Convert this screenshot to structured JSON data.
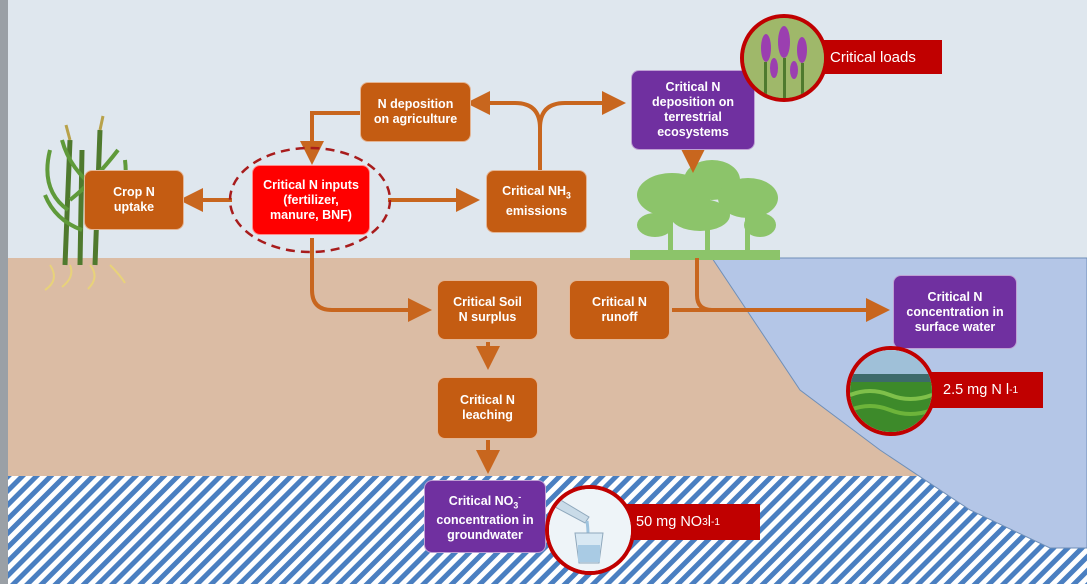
{
  "nodes": {
    "crop_uptake": [
      "Crop  N",
      "uptake"
    ],
    "critical_inputs": [
      "Critical N inputs",
      "(fertilizer,",
      "manure, BNF)"
    ],
    "deposition_agri": [
      "N deposition",
      "on agriculture"
    ],
    "nh3": {
      "prefix": "Critical NH",
      "sub": "3",
      "line2": "emissions"
    },
    "terrestrial": [
      "Critical N",
      "deposition on",
      "terrestrial",
      "ecosystems"
    ],
    "soil_surplus": [
      "Critical Soil",
      "N surplus"
    ],
    "runoff": [
      "Critical N",
      "runoff"
    ],
    "leaching": [
      "Critical N",
      "leaching"
    ],
    "surface": [
      "Critical N",
      "concentration in",
      "surface water"
    ],
    "groundwater": {
      "prefix": "Critical NO",
      "sub": "3",
      "sup": "-",
      "line2": "concentration in",
      "line3": "groundwater"
    }
  },
  "tags": {
    "critical_loads": "Critical loads",
    "surface_threshold": {
      "value": "2.5 mg N l",
      "sup": "-1"
    },
    "groundwater_threshold": {
      "prefix": "50 mg NO",
      "sub": "3",
      "mid": " l",
      "sup": "-1"
    }
  },
  "colors": {
    "orange_box": "#c45c12",
    "purple_box": "#7030a0",
    "red_box": "#ff0000",
    "tag": "#c00000",
    "arrow": "#c8661e",
    "sky": "#dfe7ee",
    "soil": "#dbbca4",
    "water": "#b4c6e7",
    "groundwater_hatch": "#4a7fc1"
  },
  "icons": [
    "maize-plant-icon",
    "forest-icon",
    "orchid-flowers-photo",
    "algae-lake-photo",
    "water-glass-photo"
  ]
}
